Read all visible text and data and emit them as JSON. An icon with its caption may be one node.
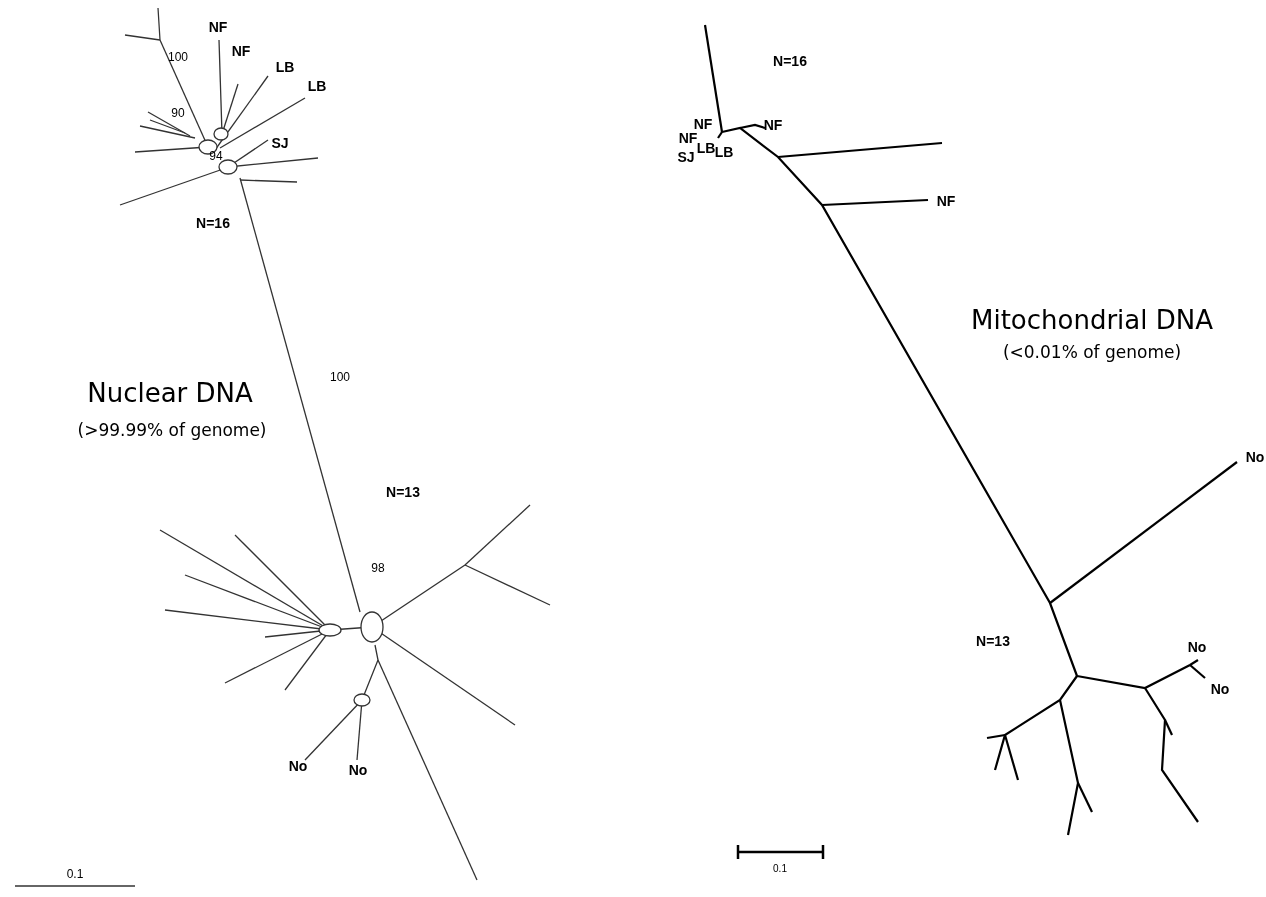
{
  "diagram": {
    "labels": [
      "100",
      "NF",
      "NF",
      "LB",
      "LB",
      "90",
      "94",
      "SJ",
      "N=16",
      "100",
      "Nuclear DNA",
      "(>99.99% of genome)",
      "N=13",
      "98",
      "No",
      "No",
      "0.1",
      "N=16",
      "NF",
      "NF",
      "NF",
      "SJ",
      "LB",
      "LB",
      "NF",
      "Mitochondrial DNA",
      "(<0.01% of genome)",
      "No",
      "N=13",
      "No",
      "No",
      "0.1"
    ]
  }
}
